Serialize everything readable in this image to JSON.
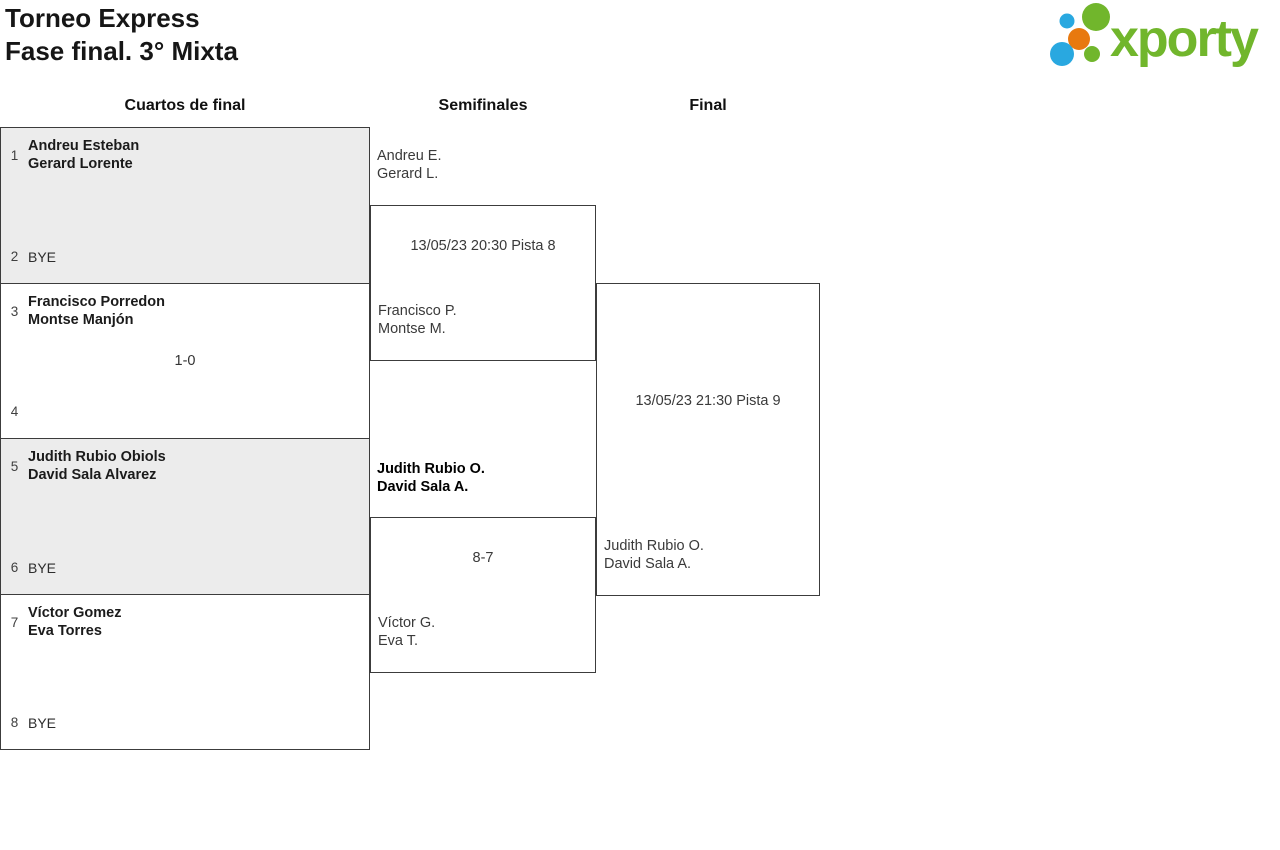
{
  "page": {
    "title_line1": "Torneo Express",
    "title_line2": "Fase final. 3° Mixta"
  },
  "logo": {
    "wordmark": "xporty",
    "colors": {
      "green": "#71b62c",
      "blue": "#29a8e0",
      "orange": "#e8790f"
    }
  },
  "round_headers": {
    "quarterfinals": "Cuartos de final",
    "semifinals": "Semifinales",
    "final": "Final"
  },
  "quarterfinals": [
    {
      "seed_top": "1",
      "team_top_1": "Andreu Esteban",
      "team_top_2": "Gerard Lorente",
      "seed_bottom": "2",
      "team_bottom": "BYE",
      "score": ""
    },
    {
      "seed_top": "3",
      "team_top_1": "Francisco Porredon",
      "team_top_2": "Montse Manjón",
      "seed_bottom": "4",
      "team_bottom": "",
      "score": "1-0"
    },
    {
      "seed_top": "5",
      "team_top_1": "Judith Rubio Obiols",
      "team_top_2": "David Sala Alvarez",
      "seed_bottom": "6",
      "team_bottom": "BYE",
      "score": ""
    },
    {
      "seed_top": "7",
      "team_top_1": "Víctor Gomez",
      "team_top_2": "Eva Torres",
      "seed_bottom": "8",
      "team_bottom": "BYE",
      "score": ""
    }
  ],
  "semifinals": [
    {
      "advancer_top_1": "Andreu E.",
      "advancer_top_2": "Gerard L.",
      "info": "13/05/23 20:30 Pista 8",
      "advancer_bottom_1": "Francisco P.",
      "advancer_bottom_2": "Montse M."
    },
    {
      "advancer_top_1": "Judith Rubio O.",
      "advancer_top_2": "David Sala A.",
      "info": "8-7",
      "advancer_bottom_1": "Víctor G.",
      "advancer_bottom_2": "Eva T."
    }
  ],
  "final": {
    "info": "13/05/23 21:30 Pista 9",
    "advancer_1": "Judith Rubio O.",
    "advancer_2": "David Sala A."
  }
}
